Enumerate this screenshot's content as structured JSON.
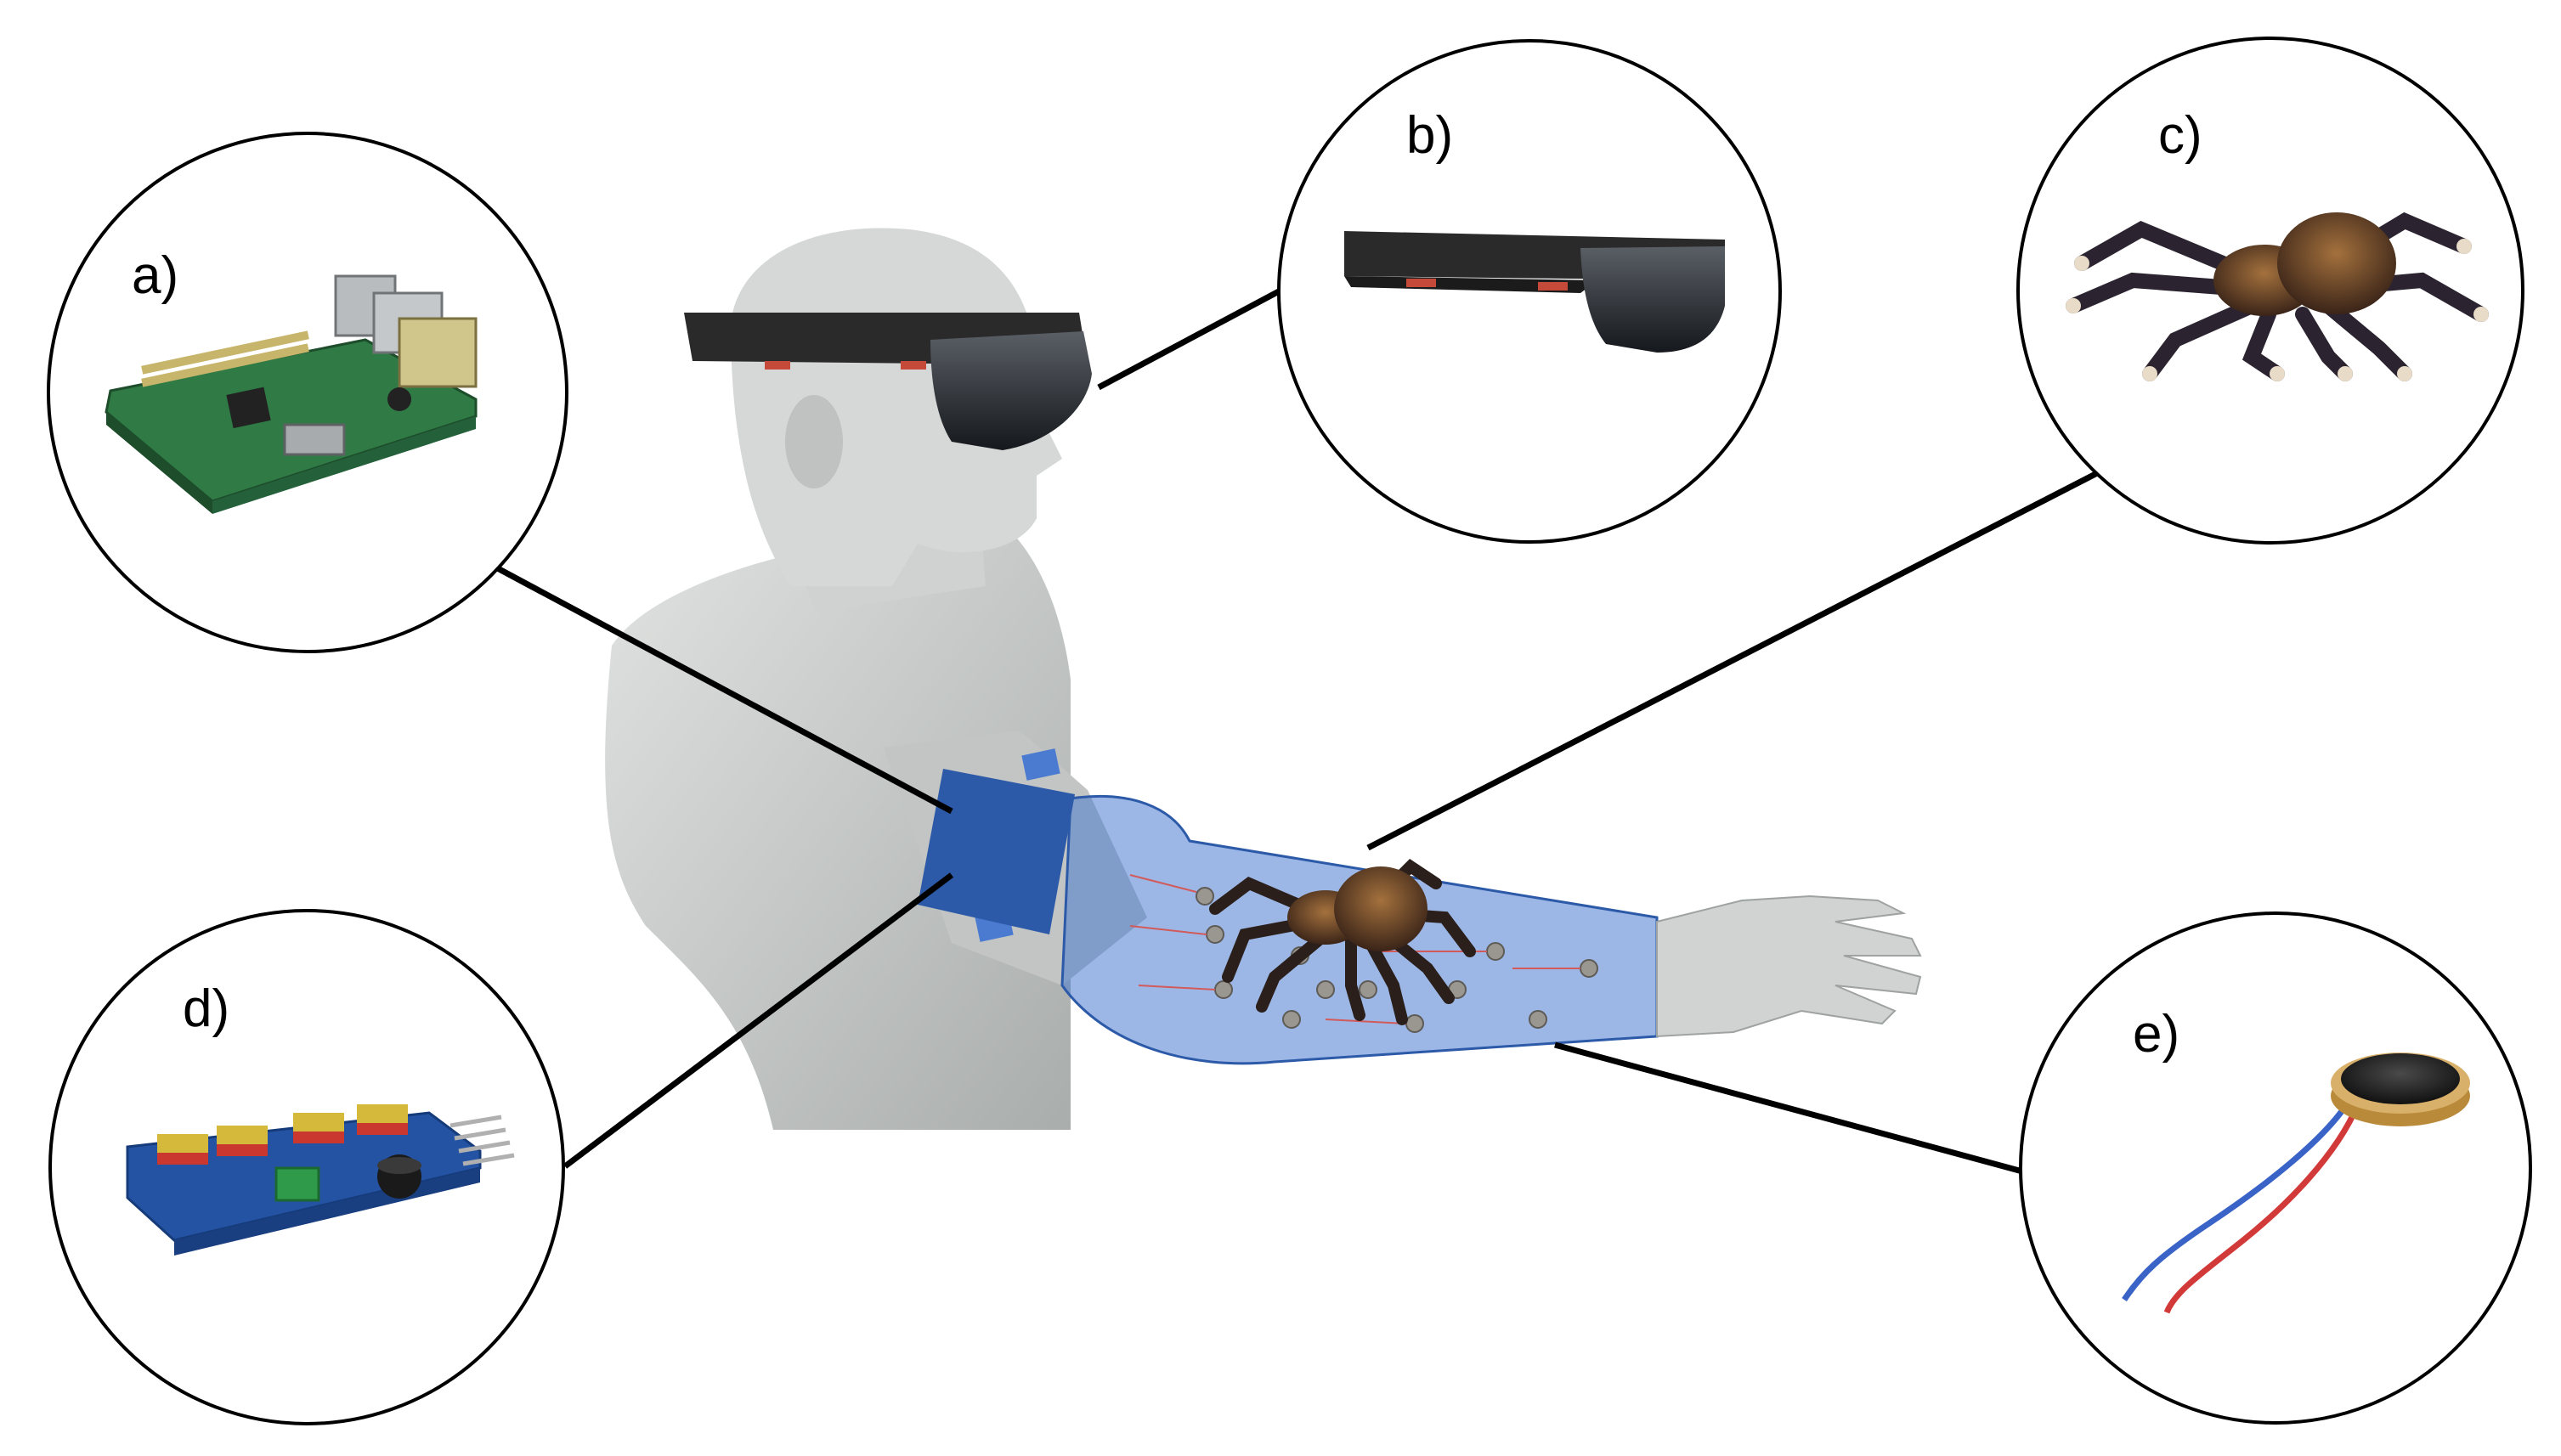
{
  "labels": {
    "a": "a)",
    "b": "b)",
    "c": "c)",
    "d": "d)",
    "e": "e)"
  },
  "components": {
    "a": "raspberry-pi-board",
    "b": "mixed-reality-headset",
    "c": "tarantula-spider",
    "d": "pwm-servo-driver-board",
    "e": "coin-vibration-motor"
  },
  "colors": {
    "sleeve": "#4a7bd0",
    "armband": "#2c5aa8",
    "skin": "#c9ccca",
    "headset": "#2a2a2a",
    "pcb_green": "#2f7a45",
    "pcb_blue": "#2453a3"
  }
}
